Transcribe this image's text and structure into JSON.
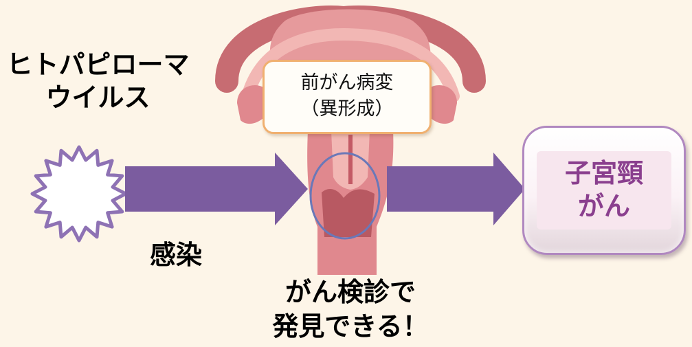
{
  "virus": {
    "label_line1": "ヒトパピローマ",
    "label_line2": "ウイルス"
  },
  "lesion": {
    "line1": "前がん病変",
    "line2": "（異形成）"
  },
  "cancer": {
    "line1": "子宮頸",
    "line2": "がん"
  },
  "infection_label": "感染",
  "detection": {
    "line1": "がん検診で",
    "line2": "発見できる！"
  },
  "colors": {
    "background": "#fdf5e8",
    "arrow": "#7b5c9f",
    "virus_outline": "#8e72b4",
    "uterus": "#e0888e",
    "uterus_dark": "#b85962",
    "lesion_border": "#f0b070",
    "ellipse": "#6a78b8",
    "cancer_text": "#8a3f8e",
    "cancer_border": "#b088c0"
  }
}
